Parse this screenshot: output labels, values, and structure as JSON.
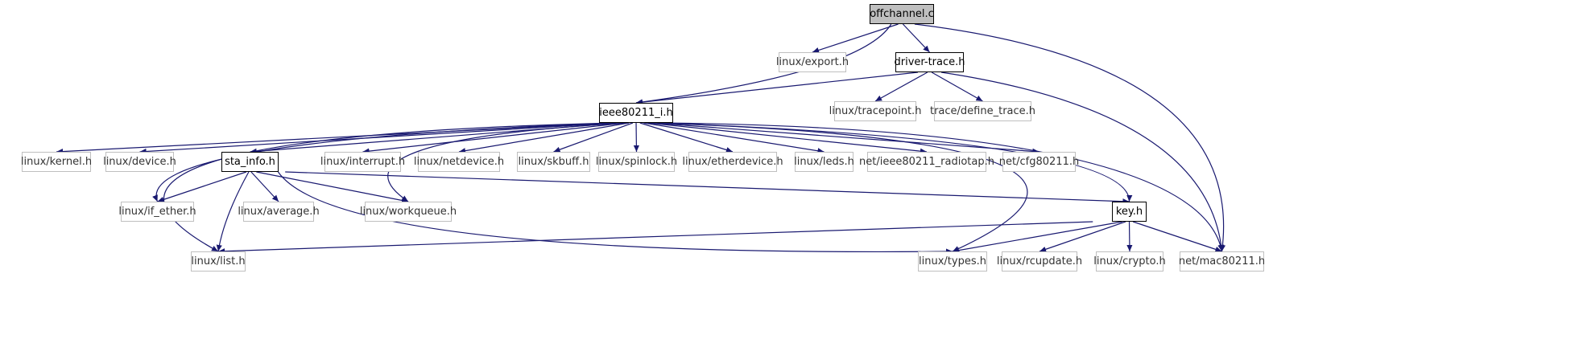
{
  "graph": {
    "edge_color": "#191970",
    "nodes": [
      {
        "id": "offchannel",
        "label": "offchannel.c",
        "kind": "root"
      },
      {
        "id": "export",
        "label": "linux/export.h",
        "kind": "ext"
      },
      {
        "id": "drivertrace",
        "label": "driver-trace.h",
        "kind": "doc"
      },
      {
        "id": "mac80211",
        "label": "net/mac80211.h",
        "kind": "ext"
      },
      {
        "id": "ieee80211i",
        "label": "ieee80211_i.h",
        "kind": "doc"
      },
      {
        "id": "tracepoint",
        "label": "linux/tracepoint.h",
        "kind": "ext"
      },
      {
        "id": "definetrace",
        "label": "trace/define_trace.h",
        "kind": "ext"
      },
      {
        "id": "kernel",
        "label": "linux/kernel.h",
        "kind": "ext"
      },
      {
        "id": "device",
        "label": "linux/device.h",
        "kind": "ext"
      },
      {
        "id": "stainfo",
        "label": "sta_info.h",
        "kind": "doc"
      },
      {
        "id": "interrupt",
        "label": "linux/interrupt.h",
        "kind": "ext"
      },
      {
        "id": "netdevice",
        "label": "linux/netdevice.h",
        "kind": "ext"
      },
      {
        "id": "skbuff",
        "label": "linux/skbuff.h",
        "kind": "ext"
      },
      {
        "id": "spinlock",
        "label": "linux/spinlock.h",
        "kind": "ext"
      },
      {
        "id": "etherdevice",
        "label": "linux/etherdevice.h",
        "kind": "ext"
      },
      {
        "id": "leds",
        "label": "linux/leds.h",
        "kind": "ext"
      },
      {
        "id": "radiotap",
        "label": "net/ieee80211_radiotap.h",
        "kind": "ext"
      },
      {
        "id": "cfg80211",
        "label": "net/cfg80211.h",
        "kind": "ext"
      },
      {
        "id": "ifether",
        "label": "linux/if_ether.h",
        "kind": "ext"
      },
      {
        "id": "average",
        "label": "linux/average.h",
        "kind": "ext"
      },
      {
        "id": "workqueue",
        "label": "linux/workqueue.h",
        "kind": "ext"
      },
      {
        "id": "keyh",
        "label": "key.h",
        "kind": "doc"
      },
      {
        "id": "list",
        "label": "linux/list.h",
        "kind": "ext"
      },
      {
        "id": "types",
        "label": "linux/types.h",
        "kind": "ext"
      },
      {
        "id": "rcupdate",
        "label": "linux/rcupdate.h",
        "kind": "ext"
      },
      {
        "id": "crypto",
        "label": "linux/crypto.h",
        "kind": "ext"
      }
    ],
    "edges": [
      [
        "offchannel",
        "export"
      ],
      [
        "offchannel",
        "drivertrace"
      ],
      [
        "offchannel",
        "ieee80211i"
      ],
      [
        "offchannel",
        "mac80211"
      ],
      [
        "drivertrace",
        "ieee80211i"
      ],
      [
        "drivertrace",
        "tracepoint"
      ],
      [
        "drivertrace",
        "definetrace"
      ],
      [
        "drivertrace",
        "mac80211"
      ],
      [
        "ieee80211i",
        "kernel"
      ],
      [
        "ieee80211i",
        "device"
      ],
      [
        "ieee80211i",
        "stainfo"
      ],
      [
        "ieee80211i",
        "interrupt"
      ],
      [
        "ieee80211i",
        "netdevice"
      ],
      [
        "ieee80211i",
        "skbuff"
      ],
      [
        "ieee80211i",
        "spinlock"
      ],
      [
        "ieee80211i",
        "etherdevice"
      ],
      [
        "ieee80211i",
        "leds"
      ],
      [
        "ieee80211i",
        "radiotap"
      ],
      [
        "ieee80211i",
        "cfg80211"
      ],
      [
        "ieee80211i",
        "ifether"
      ],
      [
        "ieee80211i",
        "workqueue"
      ],
      [
        "ieee80211i",
        "list"
      ],
      [
        "ieee80211i",
        "types"
      ],
      [
        "ieee80211i",
        "keyh"
      ],
      [
        "ieee80211i",
        "mac80211"
      ],
      [
        "stainfo",
        "ifether"
      ],
      [
        "stainfo",
        "average"
      ],
      [
        "stainfo",
        "workqueue"
      ],
      [
        "stainfo",
        "list"
      ],
      [
        "stainfo",
        "types"
      ],
      [
        "stainfo",
        "keyh"
      ],
      [
        "keyh",
        "list"
      ],
      [
        "keyh",
        "types"
      ],
      [
        "keyh",
        "rcupdate"
      ],
      [
        "keyh",
        "crypto"
      ],
      [
        "keyh",
        "mac80211"
      ]
    ]
  }
}
